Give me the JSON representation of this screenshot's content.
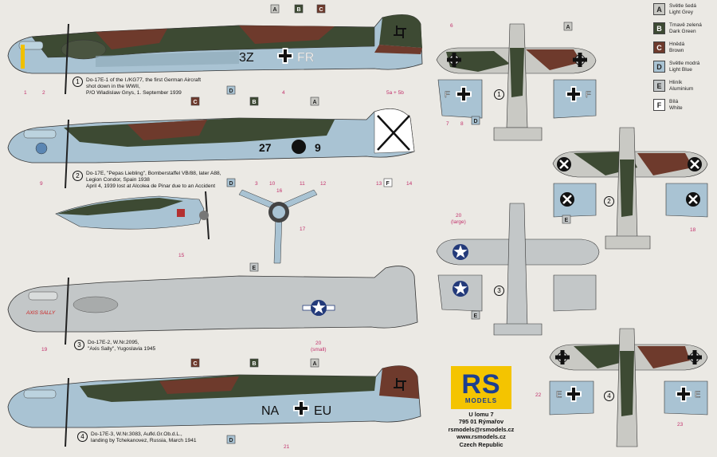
{
  "legend": [
    {
      "key": "A",
      "cz": "Světle šedá",
      "en": "Light Grey",
      "color": "#c9c9c4"
    },
    {
      "key": "B",
      "cz": "Tmavě zelená",
      "en": "Dark Green",
      "color": "#3d4a33"
    },
    {
      "key": "C",
      "cz": "Hnědá",
      "en": "Brown",
      "color": "#6e3a2c"
    },
    {
      "key": "D",
      "cz": "Světle modrá",
      "en": "Light Blue",
      "color": "#a9c3d3"
    },
    {
      "key": "E",
      "cz": "Hliník",
      "en": "Aluminium",
      "color": "#c3c7c8"
    },
    {
      "key": "F",
      "cz": "Bílá",
      "en": "White",
      "color": "#ffffff"
    }
  ],
  "captions": [
    {
      "num": "1",
      "lines": [
        "Do-17E-1 of the I./KG77, the first German Aircraft",
        "shot down in the WWII,",
        "P/O Wladislaw Gnys, 1. September 1939"
      ]
    },
    {
      "num": "2",
      "lines": [
        "Do-17E, \"Pepas Liebling\", Bomberstaffel VB/88, later A88,",
        "Legion Condor, Spain 1938",
        "April 4, 1939 lost at Alcolea de Pinar due to an Accident"
      ]
    },
    {
      "num": "3",
      "lines": [
        "Do-17E-2, W.Nr.2095,",
        "\"Axis Sally\", Yugoslavia 1945"
      ]
    },
    {
      "num": "4",
      "lines": [
        "Do-17E-3, W.Nr.3083, Aufkl.Gr.Ob.d.L.,",
        "landing by Tchekanovez, Russia, March 1941"
      ]
    }
  ],
  "codes": {
    "p1_left": "3Z",
    "p1_right": "FR",
    "p2_left": "27",
    "p2_right": "9",
    "p3_nose": "AXIS SALLY",
    "p4_left": "NA",
    "p4_right": "EU",
    "wing_f": "F",
    "wing_e": "E"
  },
  "markers": {
    "m1": "1",
    "m2": "2",
    "m3": "3",
    "m4": "4",
    "m5": "5a + 5b",
    "m6": "6",
    "m7": "7",
    "m8": "8",
    "m9": "9",
    "m10": "10",
    "m11": "11",
    "m12": "12",
    "m13": "13",
    "m14": "14",
    "m15": "15",
    "m16": "16",
    "m17": "17",
    "m18": "18",
    "m19": "19",
    "m20l": "20",
    "m20s": "20",
    "large": "(large)",
    "small": "(small)",
    "m21": "21",
    "m22": "22",
    "m23": "23"
  },
  "logo": {
    "rs": "RS",
    "models": "MODELS"
  },
  "address": [
    "U lomu 7",
    "795 01 Rýmařov",
    "rsmodels@rsmodels.cz",
    "www.rsmodels.cz",
    "Czech Republic"
  ]
}
